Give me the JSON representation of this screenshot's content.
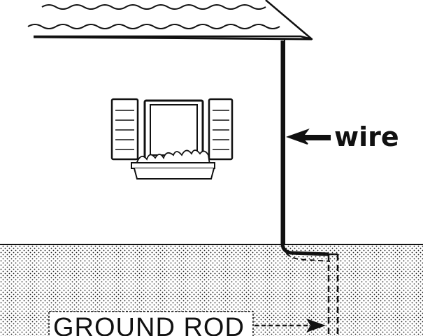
{
  "labels": {
    "wire": "wire",
    "ground_rod": "GROUND ROD"
  },
  "colors": {
    "ink": "#111111",
    "paper": "#ffffff"
  },
  "icons": {
    "house": "house-illustration",
    "window": "window-with-shutters",
    "flower_box": "flower-box",
    "ground": "stippled-ground",
    "rod": "ground-rod-dashed",
    "wire_arrow": "arrow-left-icon",
    "rod_arrow": "arrow-right-icon"
  }
}
